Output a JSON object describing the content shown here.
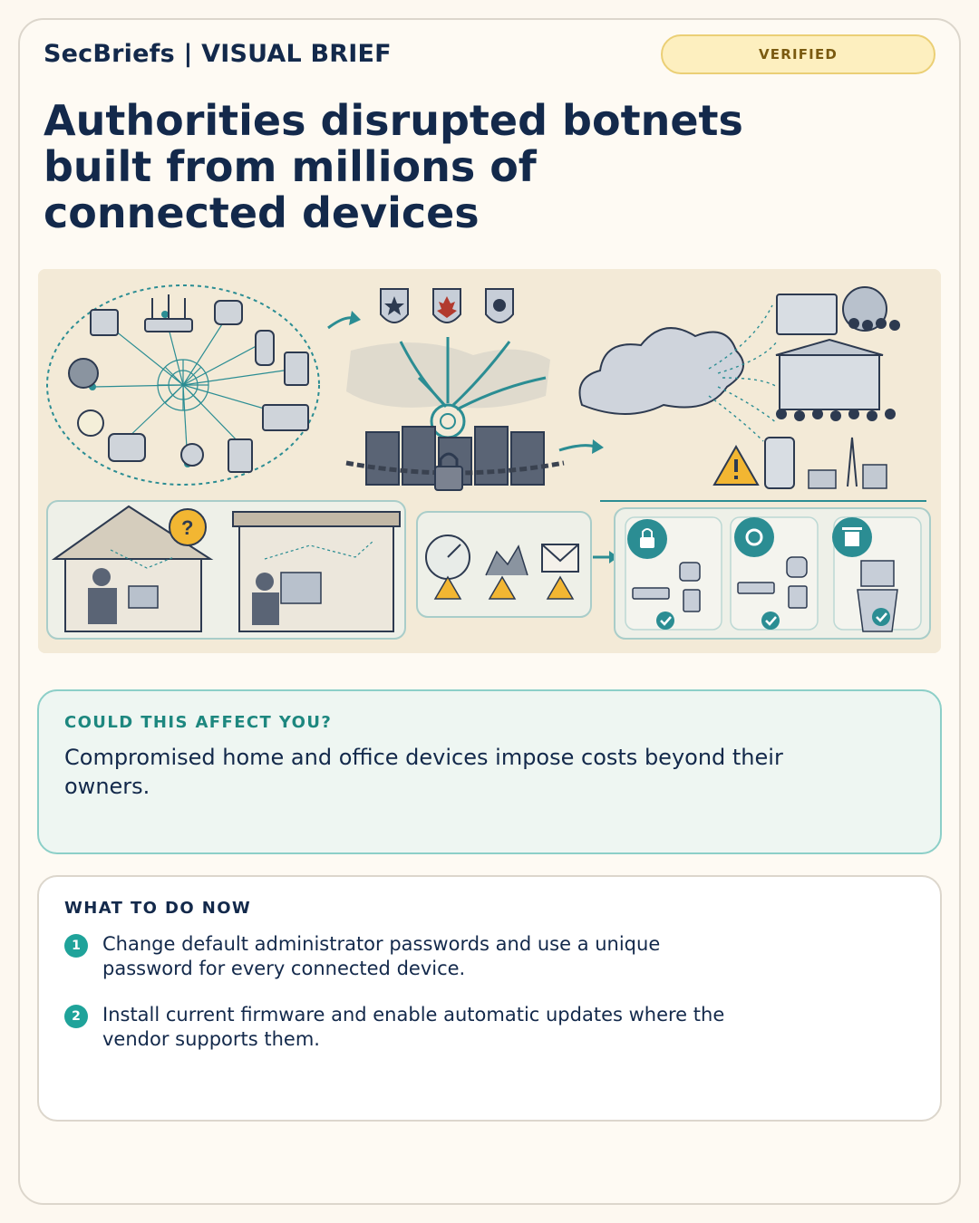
{
  "header": {
    "brand": "SecBriefs | VISUAL BRIEF",
    "badge": "VERIFIED"
  },
  "headline": "Authorities disrupted botnets built from millions of connected devices",
  "illustration": {
    "icons": [
      "router-icon",
      "camera-icon",
      "smart-speaker-icon",
      "lightbulb-icon",
      "shield-star-icon",
      "shield-maple-icon",
      "shield-eagle-icon",
      "world-map-icon",
      "server-rack-icon",
      "padlock-icon",
      "cloud-icon",
      "laptop-icon",
      "globe-icon",
      "government-building-icon",
      "smartphone-icon",
      "cell-tower-icon",
      "warning-icon",
      "question-icon",
      "gauge-icon",
      "chart-icon",
      "envelope-icon",
      "gear-icon",
      "trash-icon",
      "check-icon"
    ]
  },
  "affect": {
    "title": "COULD THIS AFFECT YOU?",
    "text": "Compromised home and office devices impose costs beyond their owners."
  },
  "todo": {
    "title": "WHAT TO DO NOW",
    "steps": [
      {
        "num": "1",
        "text": "Change default administrator passwords and use a unique password for every connected device."
      },
      {
        "num": "2",
        "text": "Install current firmware and enable automatic updates where the vendor supports them."
      }
    ]
  },
  "colors": {
    "navy": "#13294b",
    "teal": "#1fa39a",
    "badge_bg": "#fdefbf",
    "warning": "#f2b632"
  }
}
